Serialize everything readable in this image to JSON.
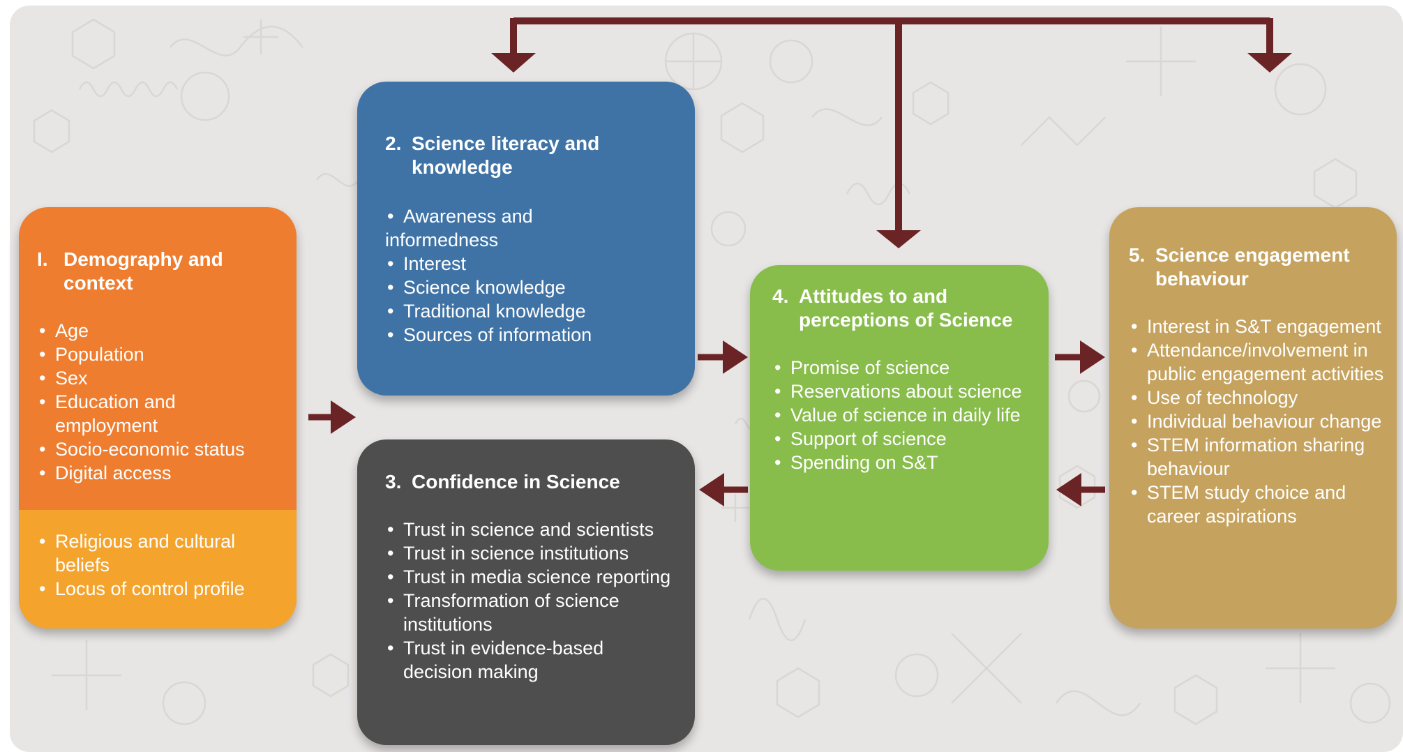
{
  "colors": {
    "background": "#e8e6e5",
    "arrow": "#6b2425",
    "demography": "#ee7d2f",
    "demography_lower": "#f4a42d",
    "literacy": "#3f73a6",
    "confidence": "#4e4e4e",
    "attitudes": "#88bd4b",
    "engagement": "#c5a35f",
    "text": "#ffffff"
  },
  "boxes": {
    "demography": {
      "number": "I.",
      "title": "Demography and context",
      "items": [
        "Age",
        "Population",
        "Sex",
        "Education and employment",
        "Socio-economic status",
        "Digital access"
      ],
      "lower_items": [
        "Religious and cultural beliefs",
        "Locus of control profile"
      ]
    },
    "literacy": {
      "number": "2.",
      "title": "Science literacy and knowledge",
      "items_first": "Awareness and",
      "items_first_cont": "informedness",
      "items": [
        "Interest",
        "Science knowledge",
        "Traditional knowledge",
        "Sources of information"
      ]
    },
    "confidence": {
      "number": "3.",
      "title": "Confidence in Science",
      "items": [
        "Trust in science and scientists",
        "Trust in science institutions",
        "Trust in media science reporting",
        "Transformation of science institutions",
        "Trust in evidence-based decision making"
      ]
    },
    "attitudes": {
      "number": "4.",
      "title": "Attitudes to and perceptions of Science",
      "items": [
        "Promise of science",
        "Reservations about science",
        "Value of science in daily life",
        "Support of science",
        "Spending on S&T"
      ]
    },
    "engagement": {
      "number": "5.",
      "title": "Science engagement behaviour",
      "items": [
        "Interest in S&T engagement",
        "Attendance/involvement in public engagement activities",
        "Use of technology",
        "Individual behaviour change",
        "STEM information sharing behaviour",
        "STEM study choice and career aspirations"
      ]
    }
  }
}
